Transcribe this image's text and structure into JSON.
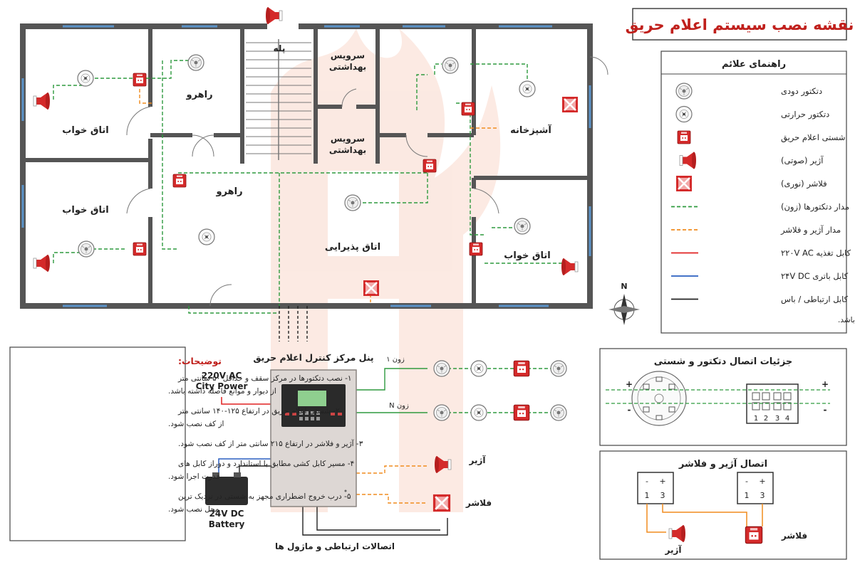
{
  "title": "نقشه نصب سیستم اعلام حریق",
  "rooms": {
    "bedroom_top": "اتاق خواب",
    "bedroom_mid": "اتاق خواب",
    "bedroom_right": "اتاق خواب",
    "corridor_top": "راهرو",
    "corridor_mid": "راهرو",
    "stairs": "پله",
    "bath_top_1": "سرویس",
    "bath_top_2": "بهداشتی",
    "bath_mid_1": "سرویس",
    "bath_mid_2": "بهداشتی",
    "kitchen": "آشپزخانه",
    "reception": "اتاق پذیرایی"
  },
  "legend": {
    "title": "راهنمای علائم",
    "items": [
      {
        "icon": "smoke-detector-icon",
        "label": "دتکتور دودی"
      },
      {
        "icon": "heat-detector-icon",
        "label": "دتکتور حرارتی"
      },
      {
        "icon": "manual-call-point-icon",
        "label": "شستی اعلام حریق"
      },
      {
        "icon": "siren-icon",
        "label": "آژیر (صوتی)"
      },
      {
        "icon": "flasher-icon",
        "label": "فلاشر (نوری)"
      },
      {
        "icon": "green-dashed-line",
        "label": "مدار دتکتورها (زون)"
      },
      {
        "icon": "orange-dashed-line",
        "label": "مدار آژیر و فلاشر"
      },
      {
        "icon": "red-line",
        "label": "کابل تغذیه ۲۲۰V AC"
      },
      {
        "icon": "blue-line",
        "label": "کابل باتری ۲۴V DC"
      },
      {
        "icon": "black-line",
        "label": "کابل ارتباطی / باس"
      }
    ],
    "footnote": "کلیه ابعاد بر حسب متر می باشد."
  },
  "compass": "N",
  "notes": {
    "title": "توضیحات:",
    "items": [
      [
        "۱- نصب دتکتورها در مرکز سقف و حداقل ۵۰ سانتی متر",
        "از دیوار و موانع فاصله داشته باشد."
      ],
      [
        "۲- شستی اعلام حریق در ارتفاع ۱۲۵-۱۴۰ سانتی متر",
        "از کف نصب شود."
      ],
      [
        "۳- آژیر و فلاشر در ارتفاع ۲۱۵ سانتی متر از کف نصب شود."
      ],
      [
        "۴- مسیر کابل کشی مطابق با استاندارد و دوراز کابل های",
        "قدرت اجرا شود."
      ],
      [
        "۵- درب خروج اضطراری مجهز به شستی در نزدیک ترین",
        "محل نصب شود."
      ]
    ]
  },
  "panel": {
    "title": "پنل مرکز کنترل اعلام حریق",
    "power_1": "220V AC",
    "power_2": "City Power",
    "battery_1": "24V DC",
    "battery_2": "Battery",
    "zone1": "زون ۱",
    "zoneN": "زون N",
    "siren": "آژیر",
    "flasher": "فلاشر",
    "connections": "اتصالات ارتباطی و ماژول ها"
  },
  "detector_detail": {
    "title": "جزئیات اتصال دتکتور و شستی",
    "plus": "+",
    "minus": "-",
    "terminals": [
      "1",
      "2",
      "3",
      "4"
    ]
  },
  "siren_detail": {
    "title": "اتصال آژیر و فلاشر",
    "minus": "-",
    "plus": "+",
    "t1": "1",
    "t3": "3",
    "siren": "آژیر",
    "flasher": "فلاشر"
  },
  "colors": {
    "zone": "#2e9a3e",
    "alarm": "#f08c1e",
    "power": "#e02020",
    "battery": "#2a5fc0",
    "bus": "#222222",
    "wall": "#555555",
    "window": "#5a93c9",
    "red": "#d42a2a"
  }
}
